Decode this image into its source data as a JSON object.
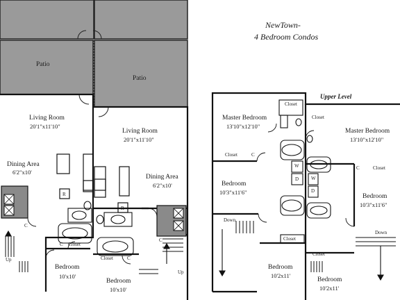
{
  "title": {
    "line1": "NewTown-",
    "line2": "4 Bedroom Condos"
  },
  "upper_level_label": "Upper Level",
  "unit_left": {
    "patio": "Patio",
    "living_room": {
      "name": "Living Room",
      "size": "20'1\"x11'10\""
    },
    "dining_area": {
      "name": "Dining Area",
      "size": "6'2\"x10'"
    },
    "bedroom": {
      "name": "Bedroom",
      "size": "10'x10'"
    },
    "closet": "Closet",
    "c1": "C",
    "c2": "C",
    "r": "R",
    "up": "Up"
  },
  "unit_middle": {
    "patio": "Patio",
    "living_room": {
      "name": "Living Room",
      "size": "20'1\"x11'10\""
    },
    "dining_area": {
      "name": "Dining Area",
      "size": "6'2\"x10'"
    },
    "bedroom": {
      "name": "Bedroom",
      "size": "10'x10'"
    },
    "closet": "Closet",
    "c1": "C",
    "c2": "C",
    "r": "R",
    "up": "Up"
  },
  "upper_left": {
    "master_bedroom": {
      "name": "Master Bedroom",
      "size": "13'10\"x12'10\""
    },
    "closet_top": "Closet",
    "closet_mid": "Closet",
    "c": "C",
    "bedroom_a": {
      "name": "Bedroom",
      "size": "10'3\"x11'6\""
    },
    "bedroom_b": {
      "name": "Bedroom",
      "size": "10'2x11'"
    },
    "closet_low": "Closet",
    "w": "W",
    "d": "D",
    "down": "Down"
  },
  "upper_right": {
    "master_bedroom": {
      "name": "Master Bedroom",
      "size": "13'10\"x12'10\""
    },
    "closet_top": "Closet",
    "closet_mid": "Closet",
    "c": "C",
    "bedroom_a": {
      "name": "Bedroom",
      "size": "10'3\"x11'6\""
    },
    "bedroom_b": {
      "name": "Bedroom",
      "size": "10'2x11'"
    },
    "closet_low": "Closet",
    "w": "W",
    "d": "D",
    "down": "Down"
  }
}
